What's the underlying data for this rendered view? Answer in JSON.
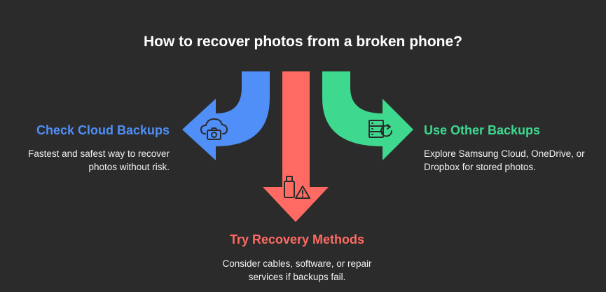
{
  "title": "How to recover photos from a broken phone?",
  "branches": {
    "left": {
      "title": "Check Cloud Backups",
      "description_lines": [
        "Fastest and safest way to recover",
        "photos without risk."
      ],
      "color": "#4f8ff7",
      "icon": "cloud-camera-icon"
    },
    "bottom": {
      "title": "Try Recovery Methods",
      "description_lines": [
        "Consider cables, software, or repair",
        "services if backups fail."
      ],
      "color": "#ff6b63",
      "icon": "usb-warning-icon"
    },
    "right": {
      "title": "Use Other Backups",
      "description_lines": [
        "Explore Samsung Cloud, OneDrive, or",
        "Dropbox for stored photos."
      ],
      "color": "#3fd88f",
      "icon": "server-refresh-icon"
    }
  }
}
